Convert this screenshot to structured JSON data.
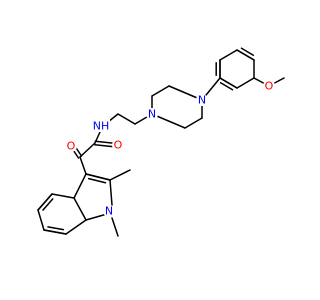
{
  "colors": {
    "background": "#ffffff",
    "bond": "#000000",
    "nitrogen": "#0000ff",
    "oxygen": "#ff0000"
  },
  "structure": {
    "atoms": [
      {
        "id": "o_methoxy",
        "label": "O",
        "element": "O"
      },
      {
        "id": "n_piperazine_aryl",
        "label": "N",
        "element": "N"
      },
      {
        "id": "n_piperazine_alkyl",
        "label": "N",
        "element": "N"
      },
      {
        "id": "n_amide",
        "label": "NH",
        "element": "N"
      },
      {
        "id": "o_ketone",
        "label": "O",
        "element": "O"
      },
      {
        "id": "o_amide",
        "label": "O",
        "element": "O"
      },
      {
        "id": "n_indole",
        "label": "N",
        "element": "N"
      }
    ]
  }
}
